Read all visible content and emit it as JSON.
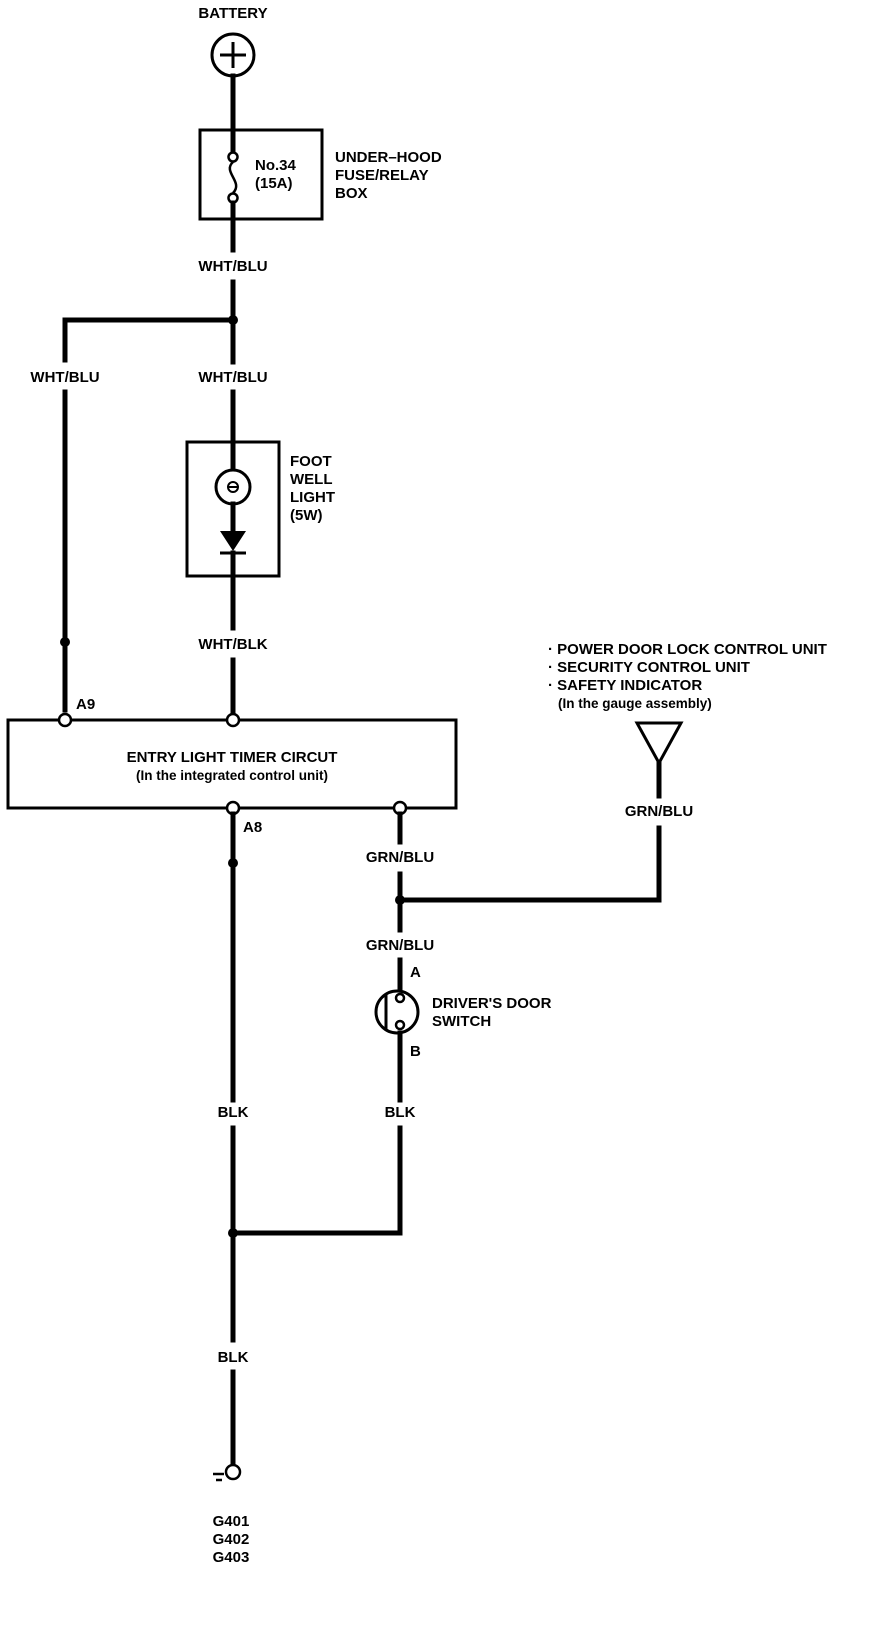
{
  "battery": {
    "label": "BATTERY"
  },
  "fuse": {
    "number": "No.34",
    "rating": "(15A)"
  },
  "fuse_box": {
    "line1": "UNDER–HOOD",
    "line2": "FUSE/RELAY",
    "line3": "BOX"
  },
  "wires": {
    "fuse_out": "WHT/BLU",
    "left_branch": "WHT/BLU",
    "light_in": "WHT/BLU",
    "light_out": "WHT/BLK",
    "timer_right": "GRN/BLU",
    "switch_in": "GRN/BLU",
    "indicator_in": "GRN/BLU",
    "ground_left": "BLK",
    "switch_out": "BLK",
    "ground_main": "BLK"
  },
  "foot_well_light": {
    "line1": "FOOT",
    "line2": "WELL",
    "line3": "LIGHT",
    "line4": "(5W)"
  },
  "timer": {
    "title": "ENTRY LIGHT TIMER CIRCUT",
    "subtitle": "(In the integrated control unit)",
    "pin_a9": "A9",
    "pin_a8": "A8"
  },
  "indicator": {
    "line1": "· POWER DOOR LOCK CONTROL UNIT",
    "line2": "· SECURITY CONTROL UNIT",
    "line3": "· SAFETY INDICATOR",
    "line4": "(In the gauge assembly)"
  },
  "door_switch": {
    "line1": "DRIVER'S DOOR",
    "line2": "SWITCH",
    "pin_a": "A",
    "pin_b": "B"
  },
  "ground": {
    "line1": "G401",
    "line2": "G402",
    "line3": "G403"
  }
}
